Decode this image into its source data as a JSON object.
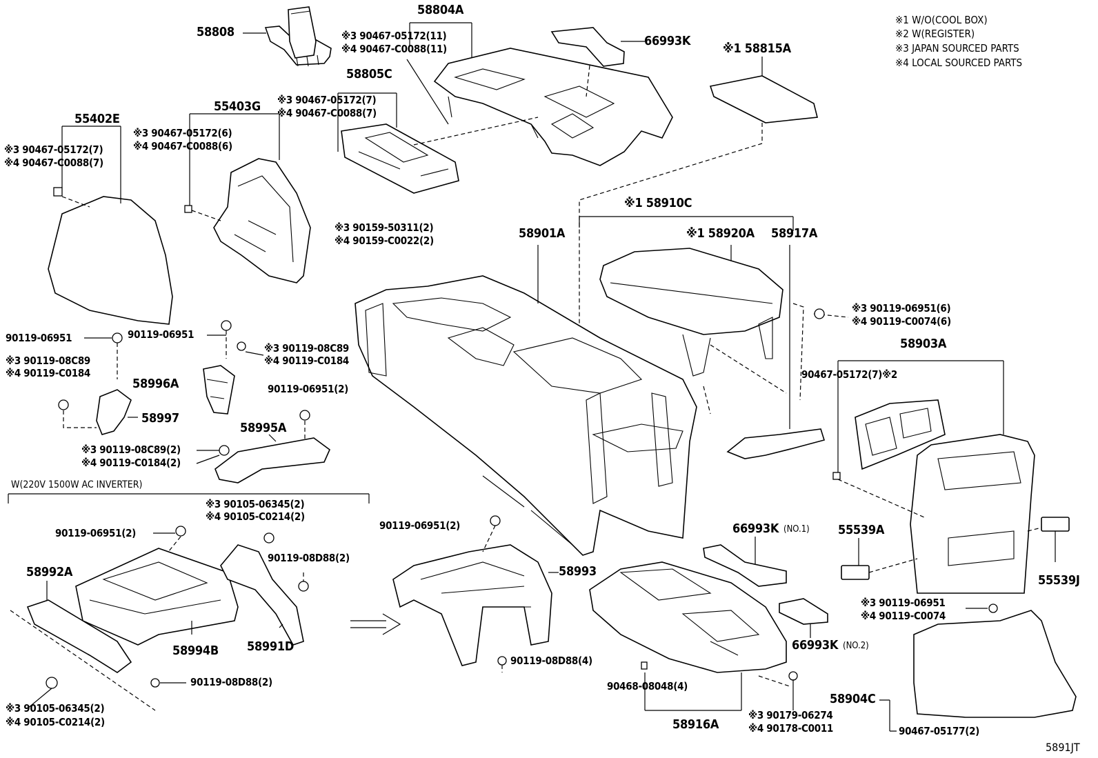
{
  "notes": [
    "※1 W/O(COOL BOX)",
    "※2 W(REGISTER)",
    "※3 JAPAN SOURCED PARTS",
    "※4 LOCAL SOURCED PARTS"
  ],
  "figure_ref": "5891JT",
  "section_label": "W(220V 1500W AC INVERTER)",
  "labels": {
    "p58808": "58808",
    "p58804A": "58804A",
    "p58804A_b3": "※3 90467-05172(11)",
    "p58804A_b4": "※4 90467-C0088(11)",
    "p66993K": "66993K",
    "p58815A": "※1 58815A",
    "p58805C": "58805C",
    "p58805C_b3": "※3 90467-05172(7)",
    "p58805C_b4": "※4 90467-C0088(7)",
    "p55403G": "55403G",
    "p55403G_b3": "※3 90467-05172(6)",
    "p55403G_b4": "※4 90467-C0088(6)",
    "p55402E": "55402E",
    "p55402E_b3": "※3 90467-05172(7)",
    "p55402E_b4": "※4 90467-C0088(7)",
    "p90159_3": "※3 90159-50311(2)",
    "p90159_4": "※4 90159-C0022(2)",
    "p58910C": "※1 58910C",
    "p58901A": "58901A",
    "p58920A": "※1 58920A",
    "p58917A": "58917A",
    "p90119_06951_6_3": "※3 90119-06951(6)",
    "p90119_C0074_6_4": "※4 90119-C0074(6)",
    "p58903A": "58903A",
    "p90467_05172_7_2": "90467-05172(7)※2",
    "p90119_06951_a": "90119-06951",
    "p90119_06951_b": "90119-06951",
    "p90119_08C89_3": "※3 90119-08C89",
    "p90119_C0184_4": "※4 90119-C0184",
    "p90119_08C89_3b": "※3 90119-08C89",
    "p90119_C0184_4b": "※4 90119-C0184",
    "p58996A": "58996A",
    "p58997": "58997",
    "p90119_06951_2a": "90119-06951(2)",
    "p58995A": "58995A",
    "p90119_08C89_2_3": "※3 90119-08C89(2)",
    "p90119_C0184_2_4": "※4 90119-C0184(2)",
    "p90105_06345_2_3a": "※3 90105-06345(2)",
    "p90105_C0214_2_4a": "※4 90105-C0214(2)",
    "p90119_06951_2b": "90119-06951(2)",
    "p90119_08D88_2a": "90119-08D88(2)",
    "p58992A": "58992A",
    "p58994B": "58994B",
    "p58991D": "58991D",
    "p90119_08D88_2b": "90119-08D88(2)",
    "p90105_06345_2_3b": "※3 90105-06345(2)",
    "p90105_C0214_2_4b": "※4 90105-C0214(2)",
    "p90119_06951_2c": "90119-06951(2)",
    "p58993": "58993",
    "p90119_08D88_4": "90119-08D88(4)",
    "p66993K_no1": "66993K",
    "p66993K_no1_tag": "(NO.1)",
    "p66993K_no2": "66993K",
    "p66993K_no2_tag": "(NO.2)",
    "p55539A": "55539A",
    "p55539J": "55539J",
    "p90119_06951_3": "※3 90119-06951",
    "p90119_C0074_4": "※4 90119-C0074",
    "p58904C": "58904C",
    "p90467_05177_2": "90467-05177(2)",
    "p90468_08048_4": "90468-08048(4)",
    "p58916A": "58916A",
    "p90179_06274_3": "※3 90179-06274",
    "p90178_C0011_4": "※4 90178-C0011"
  }
}
